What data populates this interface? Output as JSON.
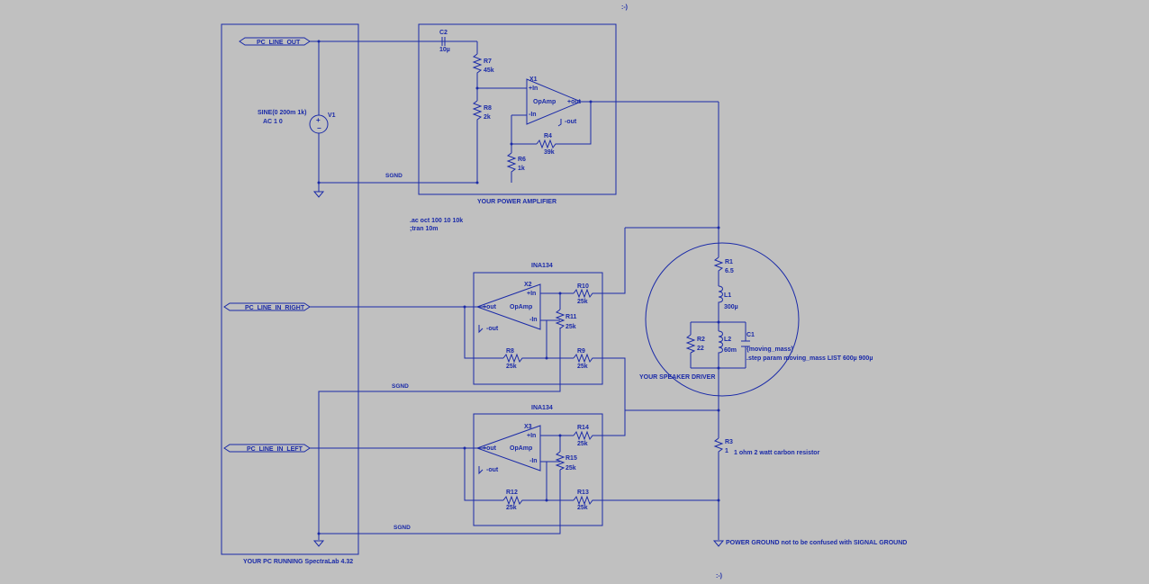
{
  "smiley": ":-)",
  "pc_box": {
    "title": "YOUR PC RUNNING SpectraLab 4.32"
  },
  "labels": {
    "pc_line_out": "PC_LINE_OUT",
    "pc_line_in_right": "PC_LINE_IN_RIGHT",
    "pc_line_in_left": "PC_LINE_IN_LEFT"
  },
  "sources": {
    "v1": {
      "name": "V1",
      "value": "SINE(0 200m 1k)",
      "ac": "AC 1 0"
    }
  },
  "nets": {
    "sgnd1": "SGND",
    "sgnd2": "SGND",
    "sgnd3": "SGND"
  },
  "amp_box": {
    "title": "YOUR POWER AMPLIFIER"
  },
  "components": {
    "c2": {
      "name": "C2",
      "value": "10µ"
    },
    "r7": {
      "name": "R7",
      "value": "45k"
    },
    "r8": {
      "name": "R8",
      "value": "2k"
    },
    "r6": {
      "name": "R6",
      "value": "1k"
    },
    "r4": {
      "name": "R4",
      "value": "39k"
    },
    "r1": {
      "name": "R1",
      "value": "6.5"
    },
    "l1": {
      "name": "L1",
      "value": "300µ"
    },
    "r2": {
      "name": "R2",
      "value": "22"
    },
    "l2": {
      "name": "L2",
      "value": "60m"
    },
    "c1": {
      "name": "C1",
      "value": "{moving_mass}"
    },
    "r3": {
      "name": "R3",
      "value": "1"
    },
    "r10": {
      "name": "R10",
      "value": "25k"
    },
    "r11": {
      "name": "R11",
      "value": "25k"
    },
    "r8b": {
      "name": "R8",
      "value": "25k"
    },
    "r9": {
      "name": "R9",
      "value": "25k"
    },
    "r14": {
      "name": "R14",
      "value": "25k"
    },
    "r15": {
      "name": "R15",
      "value": "25k"
    },
    "r12": {
      "name": "R12",
      "value": "25k"
    },
    "r13": {
      "name": "R13",
      "value": "25k"
    }
  },
  "opamps": {
    "x1": {
      "name": "X1",
      "model": "OpAmp",
      "plus": "+In",
      "minus": "-In",
      "out": "+out",
      "neg_out": "-out"
    },
    "x2": {
      "name": "X2",
      "model": "OpAmp",
      "plus": "+In",
      "minus": "-In",
      "out": "+out",
      "neg_out": "-out"
    },
    "x3": {
      "name": "X3",
      "model": "OpAmp",
      "plus": "+In",
      "minus": "-In",
      "out": "+out",
      "neg_out": "-out"
    }
  },
  "ina_boxes": {
    "top": "INA134",
    "bottom": "INA134"
  },
  "directives": {
    "ac": ".ac oct 100 10 10k",
    "tran": ";tran 10m"
  },
  "speaker": {
    "title": "YOUR SPEAKER DRIVER",
    "step": ".step param moving_mass LIST 600µ 900µ"
  },
  "notes": {
    "r3_note": "1 ohm 2 watt carbon resistor",
    "ground_note": "POWER GROUND not to be confused with SIGNAL GROUND"
  }
}
